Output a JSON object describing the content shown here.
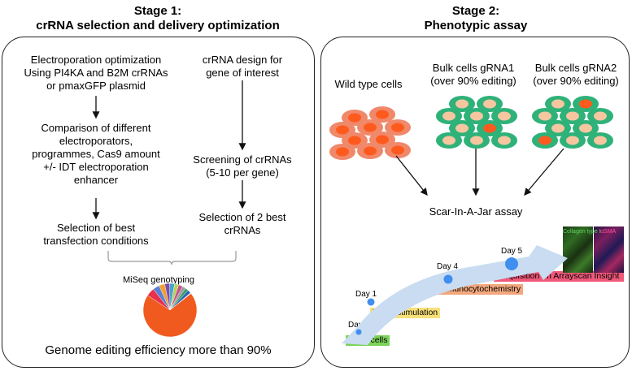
{
  "stage1": {
    "title_line1": "Stage 1:",
    "title_line2": "crRNA selection and delivery optimization",
    "left_col": {
      "step1": [
        "Electroporation optimization",
        "Using PI4KA and B2M crRNAs",
        "or pmaxGFP plasmid"
      ],
      "step2": [
        "Comparison of different",
        "electroporators,",
        "programmes, Cas9 amount",
        "+/- IDT electroporation",
        "enhancer"
      ],
      "step3": [
        "Selection of best",
        "transfection conditions"
      ]
    },
    "right_col": {
      "step1": [
        "crRNA design for",
        "gene of interest"
      ],
      "step2": [
        "Screening of crRNAs",
        "(5-10 per gene)"
      ],
      "step3": [
        "Selection of 2 best",
        "crRNAs"
      ]
    },
    "genotyping_label": "MiSeq genotyping",
    "footer": "Genome editing efficiency more than 90%"
  },
  "stage2": {
    "title_line1": "Stage 2:",
    "title_line2": "Phenotypic assay",
    "groups": [
      {
        "label": [
          "Wild type cells"
        ]
      },
      {
        "label": [
          "Bulk cells gRNA1",
          "(over 90% editing)"
        ]
      },
      {
        "label": [
          "Bulk cells gRNA2",
          "(over 90% editing)"
        ]
      }
    ],
    "assay_label": "Scar-In-A-Jar assay",
    "timeline": [
      {
        "day": "Day 0",
        "step": "Seed cells",
        "color": "#7cd35a"
      },
      {
        "day": "Day 1",
        "step": "TGFβ stimulation",
        "color": "#f7e07a"
      },
      {
        "day": "Day 4",
        "step": "Immunocytochemistry",
        "color": "#f2a77d"
      },
      {
        "day": "Day 5",
        "step": "Acquisition on Arrayscan Insight",
        "color": "#f0597a"
      }
    ],
    "images": [
      {
        "label": "Collagen type I",
        "color": "#5fd35f"
      },
      {
        "label": "αSMA",
        "color": "#ff4fa0"
      }
    ]
  },
  "colors": {
    "wt_cell_outer": "#f0886a",
    "wt_cell_inner": "#ff5a1e",
    "edited_cell_outer": "#2eb279",
    "edited_cell_inner": "#f5c6a0",
    "timeline_arrow": "#c9dcf1",
    "timeline_dot": "#3f8ef0"
  }
}
